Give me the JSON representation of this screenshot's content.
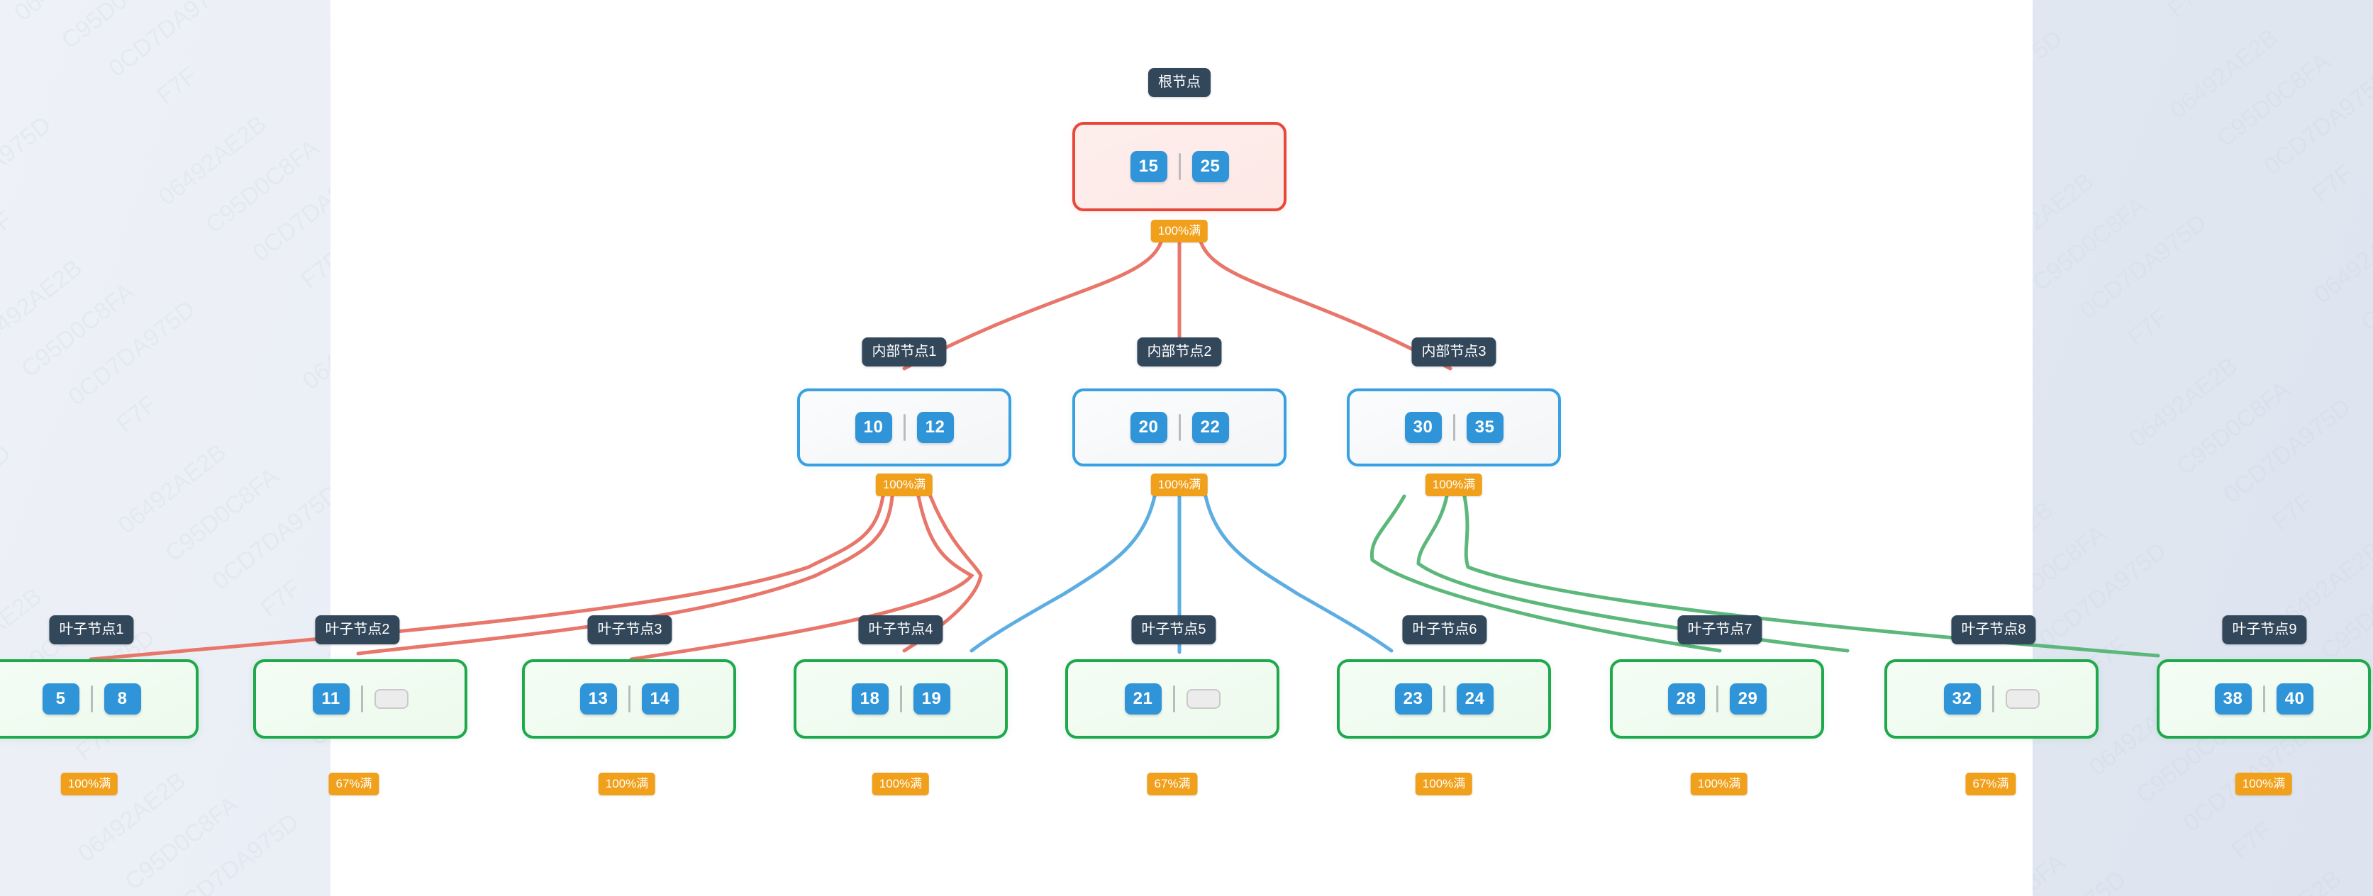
{
  "theme": {
    "root_border": "#e8483a",
    "root_fill": "#fdeeec",
    "internal_border": "#3aa0e0",
    "internal_fill": "#f6f8fa",
    "leaf_border": "#1fa84c",
    "leaf_fill": "#f1fbf1",
    "key_fill": "#2f95d8",
    "key_text": "#ffffff",
    "empty_slot_fill": "#ececec",
    "empty_slot_border": "#c9c9c9",
    "label_bg": "#33475b",
    "label_text": "#ffffff",
    "badge_bg": "#f0a01a",
    "badge_text": "#ffffff",
    "edge_root": "#e8766a",
    "edge_internal_blue": "#5dade2",
    "edge_internal_green": "#5cb87a",
    "canvas_bg": "#ffffff",
    "page_bg": "#e7ecf4"
  },
  "levels": {
    "root": {
      "label": "根节点",
      "keys": [
        "15",
        "25"
      ],
      "fill_badge": "100%满"
    },
    "internal": [
      {
        "label": "内部节点1",
        "keys": [
          "10",
          "12"
        ],
        "fill_badge": "100%满"
      },
      {
        "label": "内部节点2",
        "keys": [
          "20",
          "22"
        ],
        "fill_badge": "100%满"
      },
      {
        "label": "内部节点3",
        "keys": [
          "30",
          "35"
        ],
        "fill_badge": "100%满"
      }
    ],
    "leaves": [
      {
        "label": "叶子节点1",
        "keys": [
          "5",
          "8"
        ],
        "empty_slots": 0,
        "fill_badge": "100%满"
      },
      {
        "label": "叶子节点2",
        "keys": [
          "11"
        ],
        "empty_slots": 1,
        "fill_badge": "67%满"
      },
      {
        "label": "叶子节点3",
        "keys": [
          "13",
          "14"
        ],
        "empty_slots": 0,
        "fill_badge": "100%满"
      },
      {
        "label": "叶子节点4",
        "keys": [
          "18",
          "19"
        ],
        "empty_slots": 0,
        "fill_badge": "100%满"
      },
      {
        "label": "叶子节点5",
        "keys": [
          "21"
        ],
        "empty_slots": 1,
        "fill_badge": "67%满"
      },
      {
        "label": "叶子节点6",
        "keys": [
          "23",
          "24"
        ],
        "empty_slots": 0,
        "fill_badge": "100%满"
      },
      {
        "label": "叶子节点7",
        "keys": [
          "28",
          "29"
        ],
        "empty_slots": 0,
        "fill_badge": "100%满"
      },
      {
        "label": "叶子节点8",
        "keys": [
          "32"
        ],
        "empty_slots": 1,
        "fill_badge": "67%满"
      },
      {
        "label": "叶子节点9",
        "keys": [
          "38",
          "40"
        ],
        "empty_slots": 0,
        "fill_badge": "100%满"
      }
    ]
  },
  "chart_data": {
    "type": "diagram",
    "diagram_kind": "b-tree",
    "title": "",
    "nodes": [
      {
        "id": "root",
        "label": "根节点",
        "keys": [
          15,
          25
        ],
        "capacity": 2,
        "fill_percent": 100,
        "level": 0
      },
      {
        "id": "i1",
        "label": "内部节点1",
        "keys": [
          10,
          12
        ],
        "capacity": 2,
        "fill_percent": 100,
        "level": 1
      },
      {
        "id": "i2",
        "label": "内部节点2",
        "keys": [
          20,
          22
        ],
        "capacity": 2,
        "fill_percent": 100,
        "level": 1
      },
      {
        "id": "i3",
        "label": "内部节点3",
        "keys": [
          30,
          35
        ],
        "capacity": 2,
        "fill_percent": 100,
        "level": 1
      },
      {
        "id": "l1",
        "label": "叶子节点1",
        "keys": [
          5,
          8
        ],
        "capacity": 3,
        "fill_percent": 100,
        "level": 2
      },
      {
        "id": "l2",
        "label": "叶子节点2",
        "keys": [
          11
        ],
        "capacity": 3,
        "fill_percent": 67,
        "level": 2
      },
      {
        "id": "l3",
        "label": "叶子节点3",
        "keys": [
          13,
          14
        ],
        "capacity": 3,
        "fill_percent": 100,
        "level": 2
      },
      {
        "id": "l4",
        "label": "叶子节点4",
        "keys": [
          18,
          19
        ],
        "capacity": 3,
        "fill_percent": 100,
        "level": 2
      },
      {
        "id": "l5",
        "label": "叶子节点5",
        "keys": [
          21
        ],
        "capacity": 3,
        "fill_percent": 67,
        "level": 2
      },
      {
        "id": "l6",
        "label": "叶子节点6",
        "keys": [
          23,
          24
        ],
        "capacity": 3,
        "fill_percent": 100,
        "level": 2
      },
      {
        "id": "l7",
        "label": "叶子节点7",
        "keys": [
          28,
          29
        ],
        "capacity": 3,
        "fill_percent": 100,
        "level": 2
      },
      {
        "id": "l8",
        "label": "叶子节点8",
        "keys": [
          32
        ],
        "capacity": 3,
        "fill_percent": 67,
        "level": 2
      },
      {
        "id": "l9",
        "label": "叶子节点9",
        "keys": [
          38,
          40
        ],
        "capacity": 3,
        "fill_percent": 100,
        "level": 2
      }
    ],
    "edges": [
      {
        "from": "root",
        "to": "i1",
        "color": "#e8766a"
      },
      {
        "from": "root",
        "to": "i2",
        "color": "#e8766a"
      },
      {
        "from": "root",
        "to": "i3",
        "color": "#e8766a"
      },
      {
        "from": "i1",
        "to": "l1",
        "color": "#e8766a"
      },
      {
        "from": "i1",
        "to": "l2",
        "color": "#e8766a"
      },
      {
        "from": "i1",
        "to": "l3",
        "color": "#e8766a"
      },
      {
        "from": "i1",
        "to": "l4",
        "color": "#e8766a"
      },
      {
        "from": "i2",
        "to": "l4",
        "color": "#5dade2"
      },
      {
        "from": "i2",
        "to": "l5",
        "color": "#5dade2"
      },
      {
        "from": "i2",
        "to": "l6",
        "color": "#5dade2"
      },
      {
        "from": "i3",
        "to": "l7",
        "color": "#5cb87a"
      },
      {
        "from": "i3",
        "to": "l8",
        "color": "#5cb87a"
      },
      {
        "from": "i3",
        "to": "l9",
        "color": "#5cb87a"
      }
    ]
  }
}
